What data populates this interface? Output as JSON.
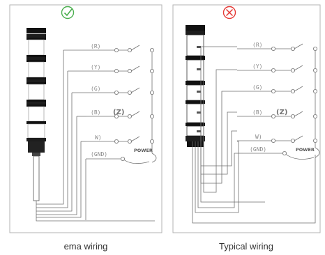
{
  "panels": [
    {
      "id": "ema",
      "caption": "ema wiring",
      "status_icon": "check-circle-icon",
      "status_color": "#4caf50",
      "labels": [
        "(R)",
        "(Y)",
        "(G)",
        "(B)",
        "W)",
        "(GND)"
      ],
      "z_label": "(Z)",
      "power_label": "POWER"
    },
    {
      "id": "typical",
      "caption": "Typical wiring",
      "status_icon": "cross-circle-icon",
      "status_color": "#e53935",
      "labels": [
        "(R)",
        "(Y)",
        "(G)",
        "(B)",
        "W)",
        "(GND)"
      ],
      "z_label": "(Z)",
      "power_label": "POWER"
    }
  ]
}
